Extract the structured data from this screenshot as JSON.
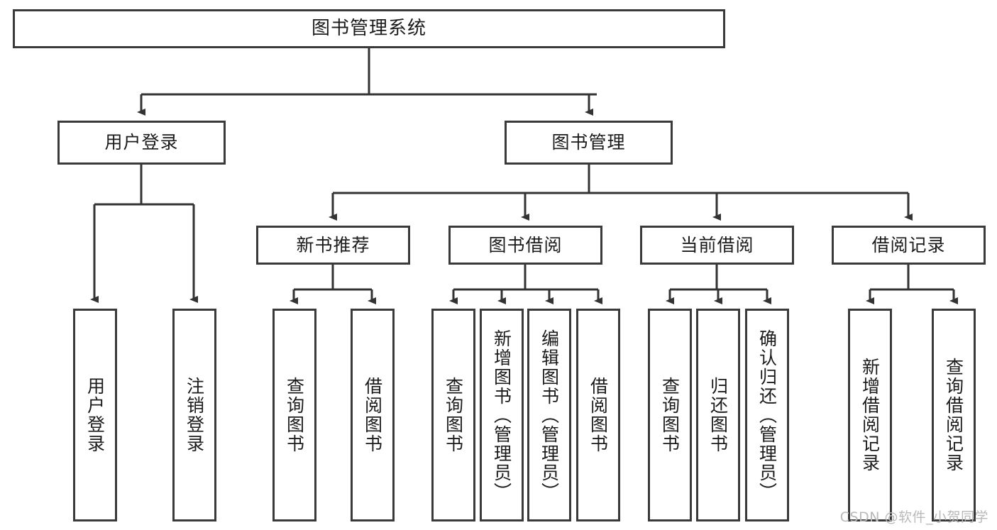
{
  "diagram": {
    "title": "图书管理系统",
    "type": "tree",
    "watermark": "CSDN @软件_小贺同学",
    "colors": {
      "box_border": "#3a3a3a",
      "box_fill": "#ffffff",
      "text": "#1b1b1b",
      "connector": "#333333",
      "watermark": "#b9b9b9",
      "background": "#ffffff"
    },
    "root": {
      "label": "图书管理系统"
    },
    "level2": [
      {
        "label": "用户登录"
      },
      {
        "label": "图书管理"
      }
    ],
    "level3": [
      {
        "label": "新书推荐"
      },
      {
        "label": "图书借阅"
      },
      {
        "label": "当前借阅"
      },
      {
        "label": "借阅记录"
      }
    ],
    "leaves": {
      "user_login": [
        {
          "label": "用户登录"
        },
        {
          "label": "注销登录"
        }
      ],
      "new_book_recommend": [
        {
          "label": "查询图书"
        },
        {
          "label": "借阅图书"
        }
      ],
      "book_borrow": [
        {
          "label": "查询图书"
        },
        {
          "label": "新增图书（管理员）"
        },
        {
          "label": "编辑图书（管理员）"
        },
        {
          "label": "借阅图书"
        }
      ],
      "current_borrow": [
        {
          "label": "查询图书"
        },
        {
          "label": "归还图书"
        },
        {
          "label": "确认归还（管理员）"
        }
      ],
      "borrow_record": [
        {
          "label": "新增借阅记录"
        },
        {
          "label": "查询借阅记录"
        }
      ]
    }
  }
}
